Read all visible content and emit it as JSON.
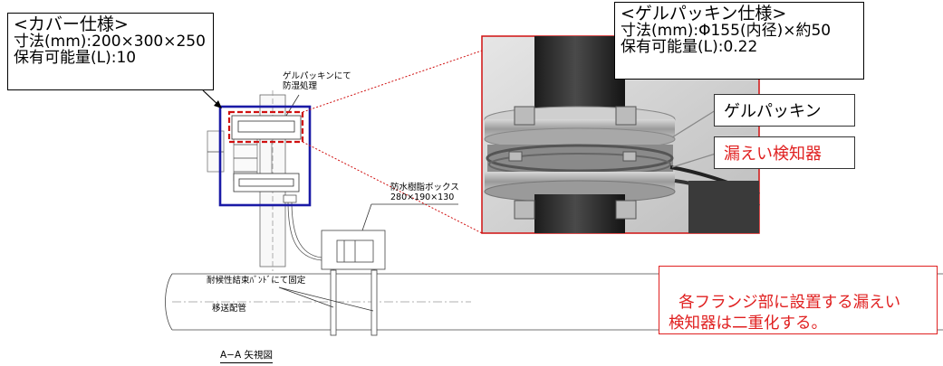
{
  "cover_spec": {
    "title": "<カバー仕様>",
    "dimension": "寸法(mm):200×300×250",
    "capacity": "保有可能量(L):10"
  },
  "gel_spec": {
    "title": "<ゲルパッキン仕様>",
    "dimension": "寸法(mm):Φ155(内径)×約50",
    "capacity": "保有可能量(L):0.22"
  },
  "drawing_labels": {
    "gel_moisture": "ゲルパッキンにて\n防湿処理",
    "waterproof_box": "防水樹脂ボックス",
    "waterproof_box_size": "280×190×130",
    "band": "耐候性結束ﾊﾞﾝﾄﾞにて固定",
    "pipe": "移送配管",
    "view_caption": "A−A 矢視図"
  },
  "callouts": {
    "gel_packing": "ゲルパッキン",
    "leak_detector": "漏えい検知器"
  },
  "note": {
    "text": "各フランジ部に設置する漏えい\n検知器は二重化する。"
  },
  "colors": {
    "cover_frame": "#1a1aa6",
    "dashed_red": "#d01010",
    "note_red": "#e02020"
  }
}
